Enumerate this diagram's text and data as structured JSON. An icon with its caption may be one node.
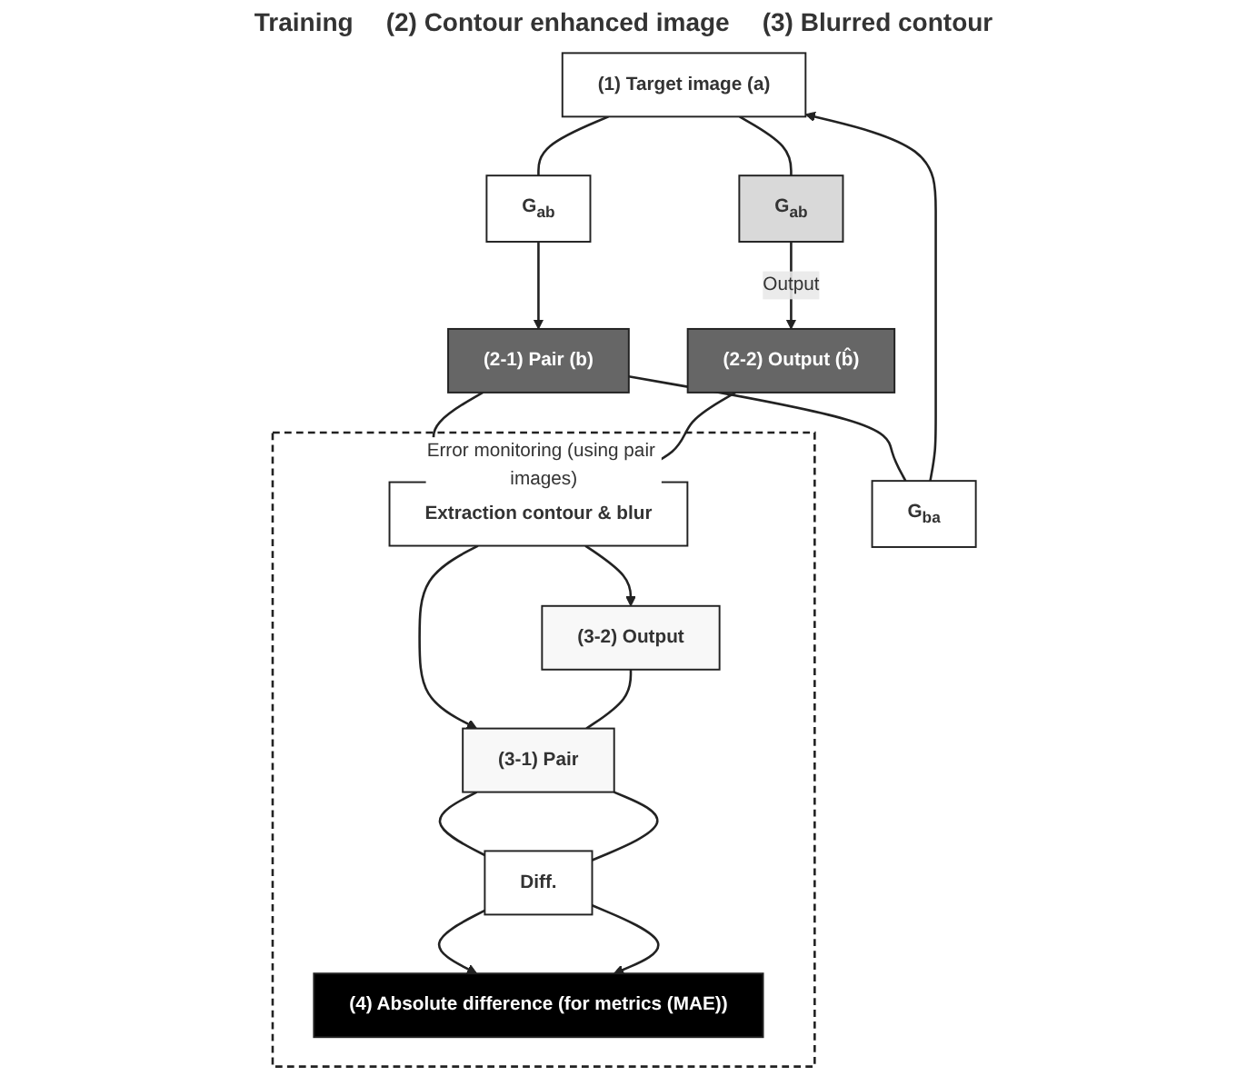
{
  "diagram": {
    "nodes": [
      {
        "text": [
          "(1) Target image (a)"
        ]
      },
      {
        "text": [
          "G$_{ab}$"
        ]
      },
      {
        "text": [
          "G$_{ab}$"
        ]
      },
      {
        "text": [
          "G$_{ba}$"
        ]
      },
      {
        "text": [
          "(2-1) Pair (b)"
        ]
      },
      {
        "text": [
          "(2-2) Output (b̂)"
        ]
      },
      {
        "text": [
          "Error monitoring (using pair images)"
        ]
      },
      {
        "text": [
          "Extraction contour & blur"
        ],
        "in": 6
      },
      {
        "text": [
          "(3-1) Pair"
        ],
        "in": 6
      },
      {
        "text": [
          "(3-2) Output"
        ],
        "in": 6
      },
      {
        "text": [
          "Diff."
        ],
        "in": 6
      },
      {
        "text": [
          "(4) Absolute difference (for metrics (MAE))"
        ],
        "in": 6
      }
    ],
    "edges": [
      {
        "from": 0,
        "to": 1,
        "arrow": "none"
      },
      {
        "from": 1,
        "to": 5,
        "arrow": "to",
        "label": "Output"
      },
      {
        "from": 0,
        "to": 2,
        "arrow": "none"
      },
      {
        "from": 2,
        "to": 4,
        "arrow": "to"
      },
      {
        "from": 4,
        "to": 3,
        "arrow": "none"
      },
      {
        "from": 3,
        "to": 0,
        "arrow": "to"
      },
      {
        "from": 4,
        "to": 7,
        "arrow": "none"
      },
      {
        "from": 7,
        "to": 8,
        "arrow": "to"
      },
      {
        "from": 5,
        "to": 7,
        "arrow": "none"
      },
      {
        "from": 7,
        "to": 9,
        "arrow": "to"
      },
      {
        "from": 9,
        "to": 8,
        "arrow": "none"
      },
      {
        "from": 8,
        "to": 10,
        "arrow": "none"
      },
      {
        "from": 8,
        "to": 10,
        "arrow": "none"
      },
      {
        "from": 10,
        "to": 11,
        "arrow": "to"
      },
      {
        "from": 10,
        "to": 11,
        "arrow": "to"
      }
    ],
    "labels": [
      "Training",
      "(2) Contour enhanced image",
      "(3) Blurred contour"
    ]
  }
}
